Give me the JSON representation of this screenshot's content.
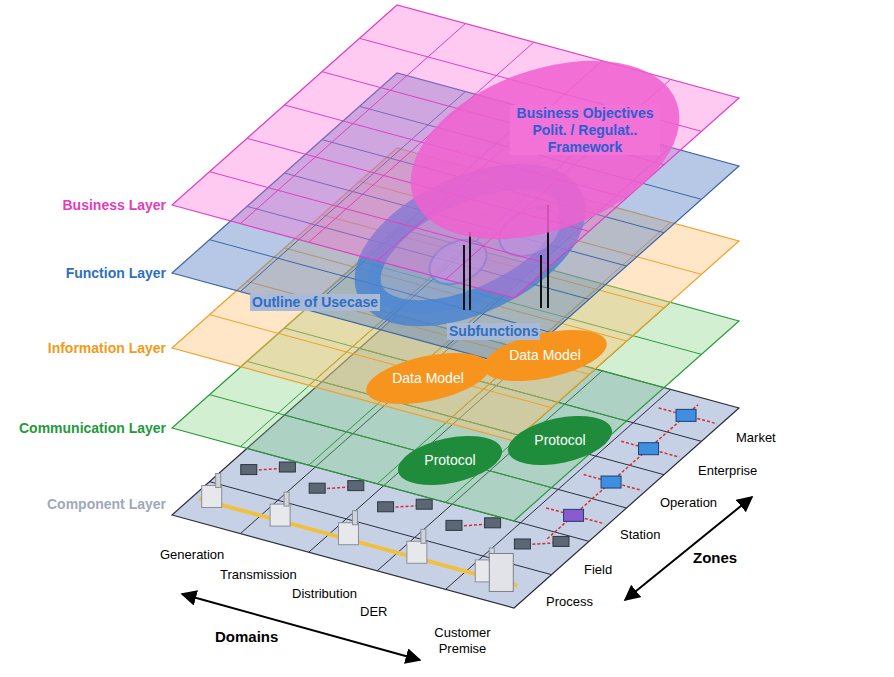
{
  "diagram": {
    "nodes": [
      {
        "text": [
          "Business Objectives Polit. / Regulat.. Framework"
        ]
      },
      {
        "text": [
          "Data Model"
        ]
      },
      {
        "text": [
          "Data Model"
        ]
      },
      {
        "text": [
          "Protocol"
        ]
      },
      {
        "text": [
          "Protocol"
        ]
      }
    ],
    "labels": [
      "Business Layer",
      "Function Layer",
      "Information Layer",
      "Communication Layer",
      "Component Layer",
      "Outline of Usecase",
      "Subfunctions",
      "Market",
      "Enterprise",
      "Operation",
      "Station",
      "Field",
      "Process",
      "Zones",
      "Generation",
      "Transmission",
      "Distribution",
      "DER",
      "Customer Premise",
      "Domains"
    ]
  }
}
